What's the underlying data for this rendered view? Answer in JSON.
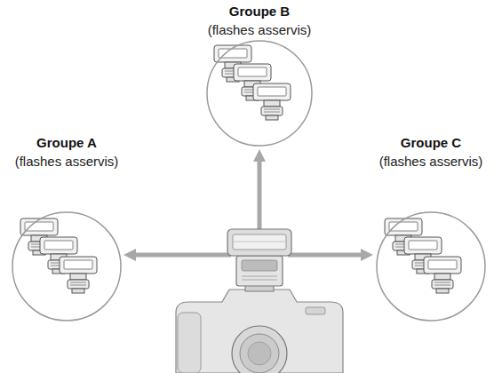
{
  "diagram": {
    "nodes": [
      {
        "text": [
          "Groupe B",
          "(flashes asservis)"
        ]
      },
      {
        "text": [
          "Groupe A",
          "(flashes asservis)"
        ]
      },
      {
        "text": [
          "Groupe C",
          "(flashes asservis)"
        ]
      }
    ]
  }
}
